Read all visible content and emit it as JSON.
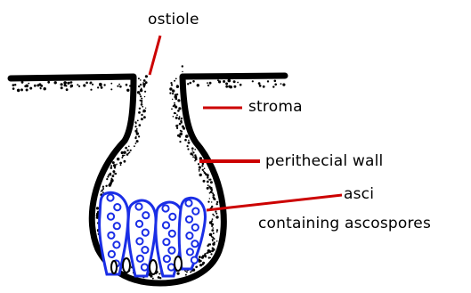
{
  "labels": {
    "ostiole": "ostiole",
    "stroma": "stroma",
    "perithecial_wall": "perithecial wall",
    "asci": "asci",
    "containing_ascospores": "containing ascospores"
  },
  "colors": {
    "outline": "#000000",
    "leader_line": "#cc0000",
    "asci": "#1a2ee6",
    "background": "#ffffff"
  },
  "structure": {
    "asci_count": 4,
    "ascospores_per_ascus": 8
  }
}
